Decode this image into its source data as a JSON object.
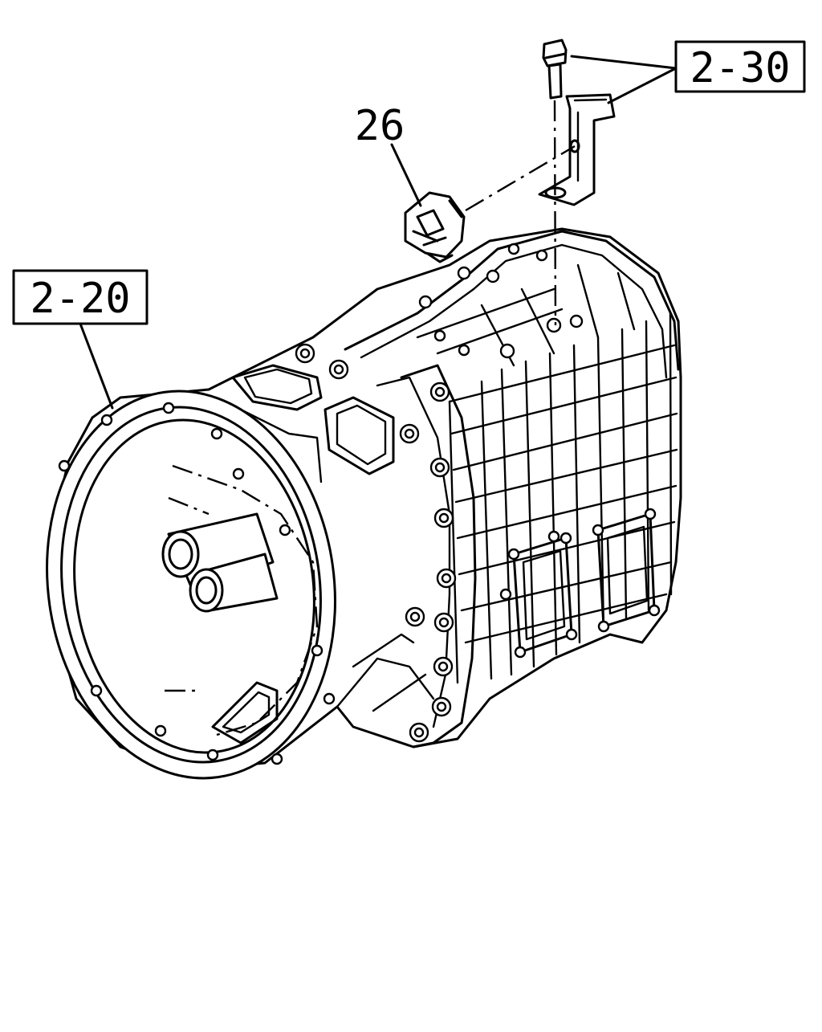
{
  "callouts": {
    "ref_2_30": "2-30",
    "part_26": "26",
    "ref_2_20": "2-20"
  }
}
